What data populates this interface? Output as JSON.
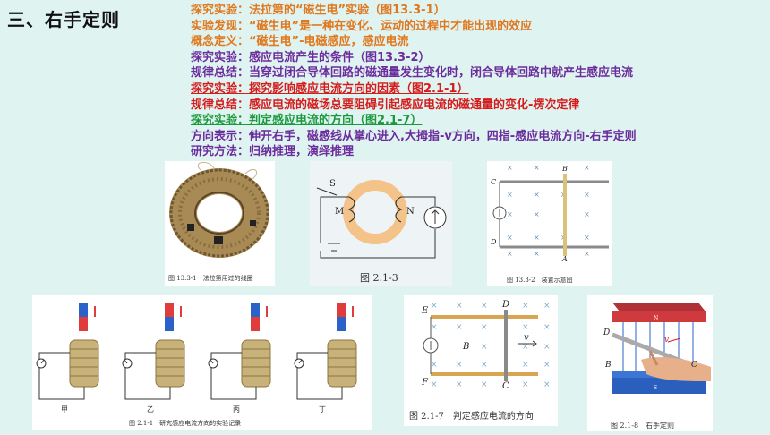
{
  "title": "三、右手定则",
  "lines": [
    {
      "text": "探究实验：法拉第的“磁生电”实验（图13.3-1）",
      "color": "orange"
    },
    {
      "text": "实验发现：“磁生电”是一种在变化、运动的过程中才能出现的效应",
      "color": "orange"
    },
    {
      "text": "概念定义：“磁生电”-电磁感应，感应电流",
      "color": "orange"
    },
    {
      "text": "探究实验：感应电流产生的条件（图13.3-2）",
      "color": "purple"
    },
    {
      "text": "规律总结：当穿过闭合导体回路的磁通量发生变化时，闭合导体回路中就产生感应电流",
      "color": "purple"
    },
    {
      "text": "探究实验：探究影响感应电流方向的因素（图2.1-1）",
      "color": "red-underline"
    },
    {
      "text": "规律总结：感应电流的磁场总要阻碍引起感应电流的磁通量的变化-楞次定律",
      "color": "red"
    },
    {
      "text": "探究实验：判定感应电流的方向（图2.1-7）",
      "color": "green-underline"
    },
    {
      "text": "方向表示：伸开右手，磁感线从掌心进入,大拇指-v方向，四指-感应电流方向-右手定则",
      "color": "purple"
    },
    {
      "text": "研究方法：归纳推理，演绎推理",
      "color": "purple"
    }
  ],
  "figures": {
    "coil": {
      "caption": "图 13.3-1　法拉第用过的线圈"
    },
    "ring": {
      "caption": "图 2.1-3",
      "labels": {
        "s": "S",
        "m": "M",
        "n": "N"
      }
    },
    "rails_a": {
      "caption": "图 13.3-2　装置示意图",
      "labels": {
        "b": "B",
        "c": "C",
        "d": "D",
        "a": "A"
      }
    },
    "magnets": {
      "caption": "图 2.1-1　研究感应电流方向的实验记录",
      "labels": [
        "甲",
        "乙",
        "丙",
        "丁"
      ]
    },
    "rails_b": {
      "caption": "图 2.1-7　判定感应电流的方向",
      "labels": {
        "e": "E",
        "d": "D",
        "b": "B",
        "v": "v",
        "f": "F",
        "c": "C"
      }
    },
    "hand": {
      "caption": "图 2.1-8　右手定则",
      "labels": {
        "n": "N",
        "s": "S",
        "d": "D",
        "v": "v",
        "b": "B",
        "c": "C"
      }
    }
  },
  "colors": {
    "orange": "#e0771c",
    "purple": "#6b2c9c",
    "red": "#d51b1b",
    "green": "#1a9a3c",
    "background": "#dff3f1"
  }
}
